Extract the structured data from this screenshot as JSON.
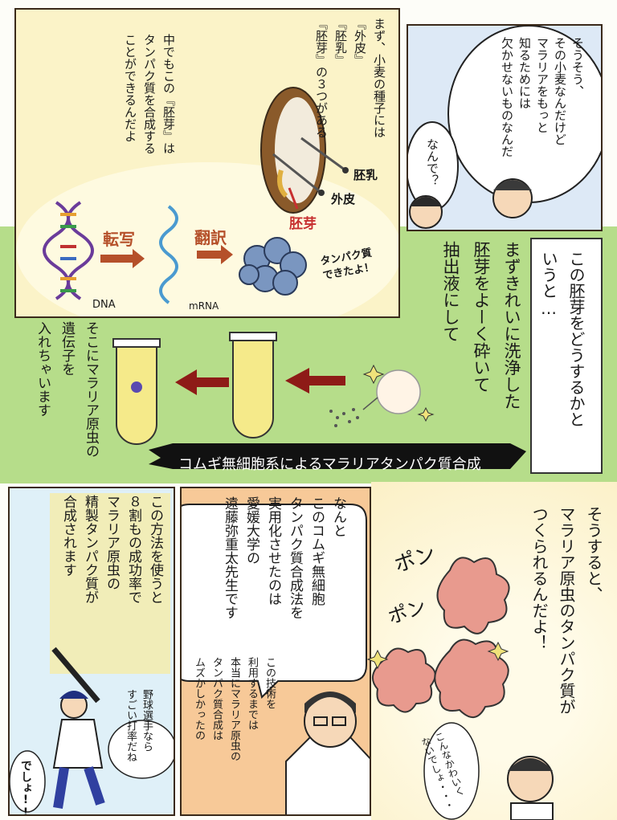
{
  "panel1": {
    "narration_1": "まず、小麦の種子には\n『外皮』\n『胚乳』\n『胚芽』の３つがある",
    "narration_2": "中でもこの『胚芽』は\nタンパク質を合成する\nことができるんだよ",
    "labels": {
      "endosperm": "胚乳",
      "husk": "外皮",
      "germ": "胚芽"
    },
    "process": {
      "transcription": "転写",
      "translation": "翻訳",
      "dna": "DNA",
      "mrna": "mRNA",
      "protein_done": "タンパク質\nできたよ！"
    }
  },
  "panel2": {
    "bubble": "そうそう、\nその小麦なんだけど\nマラリアをもっと\n知るためには\n欠かせないものなんだ",
    "question": "なんで？"
  },
  "middle": {
    "caption_box": "この胚芽をどうするかと\nいうと…",
    "step_text": "まずきれいに洗浄した\n胚芽をよーく砕いて\n抽出液にして",
    "inject_text": "そこにマラリア原虫の\n遺伝子を\n入れちゃいます",
    "banner": "コムギ無細胞系によるマラリアタンパク質合成"
  },
  "bottom_left": {
    "text": "この方法を使うと\n８割もの成功率で\nマラリア原虫の\n精製タンパク質が\n合成されます",
    "bubble": "野球選手なら\nすごい打率だね",
    "exclaim": "でしょ!!"
  },
  "bottom_center": {
    "bubble": "なんと\nこのコムギ無細胞\nタンパク質合成法を\n実用化させたのは\n愛媛大学の\n遠藤弥重太先生です",
    "note": "この技術を\n利用するまでは\n本当にマラリア原虫の\nタンパク質合成は\nムズかしかったの"
  },
  "bottom_right": {
    "text": "そうすると、\nマラリア原虫のタンパク質が\nつくられるんだよ！",
    "sfx_1": "ポン",
    "sfx_2": "ポン",
    "bubble": "こんなかわいく\nないでしょ・・・"
  },
  "colors": {
    "band_green": "#b6dd8a",
    "panel_yellow": "#fbf3c8",
    "arrow_red": "#8e1b17",
    "protein_pink": "#e89a8e",
    "dna_purple": "#6a3b9a"
  }
}
